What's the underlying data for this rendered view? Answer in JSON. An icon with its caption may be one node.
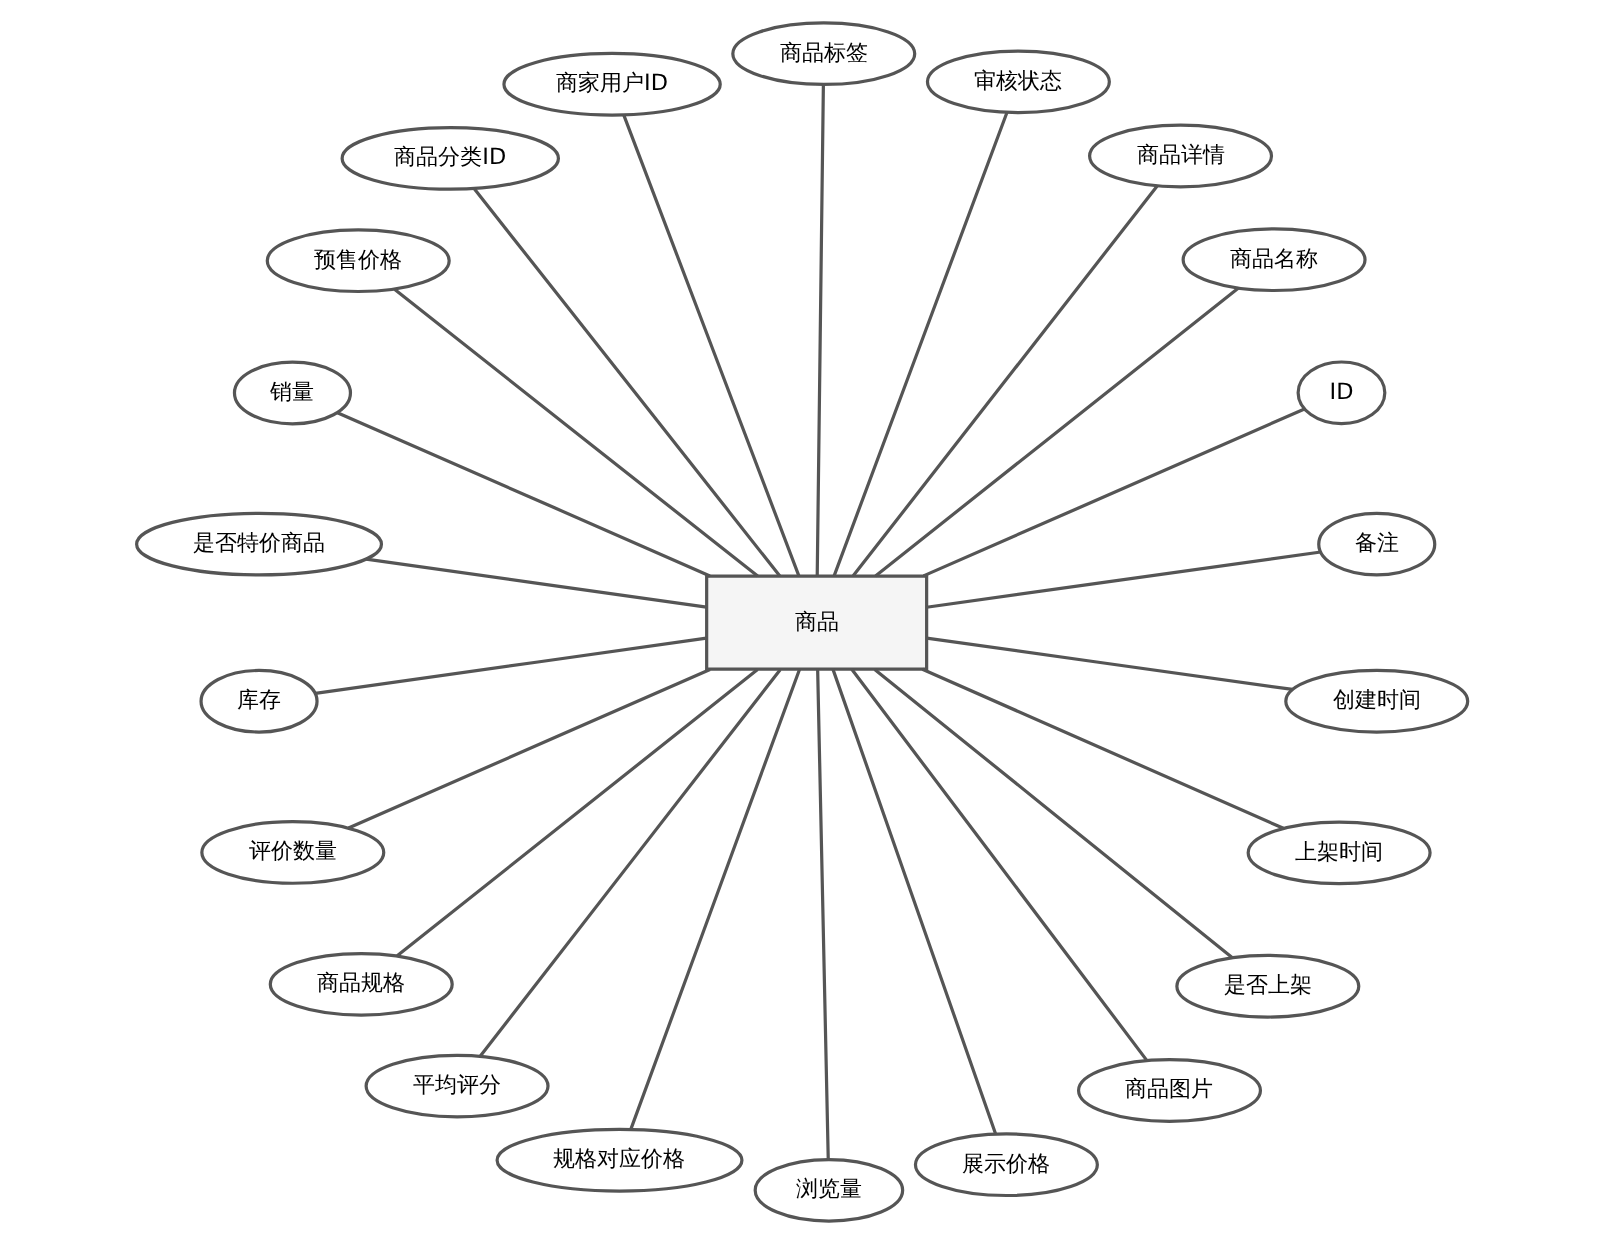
{
  "diagram": {
    "nodes": [
      {
        "text": [
          "商品"
        ]
      },
      {
        "text": [
          "备注"
        ]
      },
      {
        "text": [
          "ID"
        ]
      },
      {
        "text": [
          "商品名称"
        ]
      },
      {
        "text": [
          "商品详情"
        ]
      },
      {
        "text": [
          "审核状态"
        ]
      },
      {
        "text": [
          "商品标签"
        ]
      },
      {
        "text": [
          "商家用户ID"
        ]
      },
      {
        "text": [
          "商品分类ID"
        ]
      },
      {
        "text": [
          "预售价格"
        ]
      },
      {
        "text": [
          "销量"
        ]
      },
      {
        "text": [
          "是否特价商品"
        ]
      },
      {
        "text": [
          "库存"
        ]
      },
      {
        "text": [
          "评价数量"
        ]
      },
      {
        "text": [
          "商品规格"
        ]
      },
      {
        "text": [
          "平均评分"
        ]
      },
      {
        "text": [
          "规格对应价格"
        ]
      },
      {
        "text": [
          "浏览量"
        ]
      },
      {
        "text": [
          "展示价格"
        ]
      },
      {
        "text": [
          "商品图片"
        ]
      },
      {
        "text": [
          "是否上架"
        ]
      },
      {
        "text": [
          "上架时间"
        ]
      },
      {
        "text": [
          "创建时间"
        ]
      }
    ],
    "edges": [
      {
        "from": 0,
        "to": 1,
        "arrow": "none"
      },
      {
        "from": 0,
        "to": 2,
        "arrow": "none"
      },
      {
        "from": 0,
        "to": 3,
        "arrow": "none"
      },
      {
        "from": 0,
        "to": 4,
        "arrow": "none"
      },
      {
        "from": 0,
        "to": 5,
        "arrow": "none"
      },
      {
        "from": 0,
        "to": 6,
        "arrow": "none"
      },
      {
        "from": 0,
        "to": 7,
        "arrow": "none"
      },
      {
        "from": 0,
        "to": 8,
        "arrow": "none"
      },
      {
        "from": 0,
        "to": 9,
        "arrow": "none"
      },
      {
        "from": 0,
        "to": 10,
        "arrow": "none"
      },
      {
        "from": 0,
        "to": 11,
        "arrow": "none"
      },
      {
        "from": 0,
        "to": 12,
        "arrow": "none"
      },
      {
        "from": 0,
        "to": 13,
        "arrow": "none"
      },
      {
        "from": 0,
        "to": 14,
        "arrow": "none"
      },
      {
        "from": 0,
        "to": 15,
        "arrow": "none"
      },
      {
        "from": 0,
        "to": 16,
        "arrow": "none"
      },
      {
        "from": 0,
        "to": 17,
        "arrow": "none"
      },
      {
        "from": 0,
        "to": 18,
        "arrow": "none"
      },
      {
        "from": 0,
        "to": 19,
        "arrow": "none"
      },
      {
        "from": 0,
        "to": 20,
        "arrow": "none"
      },
      {
        "from": 0,
        "to": 21,
        "arrow": "none"
      },
      {
        "from": 0,
        "to": 22,
        "arrow": "none"
      }
    ]
  }
}
